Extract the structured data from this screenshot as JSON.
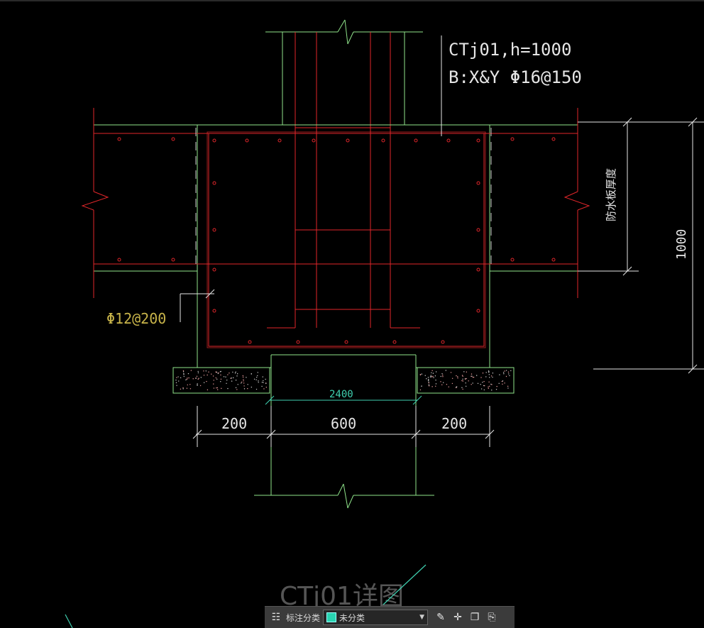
{
  "drawing": {
    "note_line1": "CTj01,h=1000",
    "note_line2": "B:X&Y Φ16@150",
    "side_label": "防水板厚度",
    "height_dim": "1000",
    "rebar_note": "Φ12@200",
    "dim_total": "2400",
    "dim_left": "200",
    "dim_middle": "600",
    "dim_right": "200",
    "title": "CTj01详图",
    "colors": {
      "red": "#e0262a",
      "green": "#8fe38a",
      "white": "#e6e6e6",
      "yellow": "#c8b44a",
      "cyan": "#3fd0b0"
    }
  },
  "toolbar": {
    "grid_icon": "grid-icon",
    "label": "标注分类",
    "category_value": "未分类",
    "category_color": "#29d3b0",
    "edit_icon": "edit-icon",
    "move_icon": "move-icon",
    "copy_icon": "copy-icon",
    "paste_icon": "paste-icon"
  }
}
